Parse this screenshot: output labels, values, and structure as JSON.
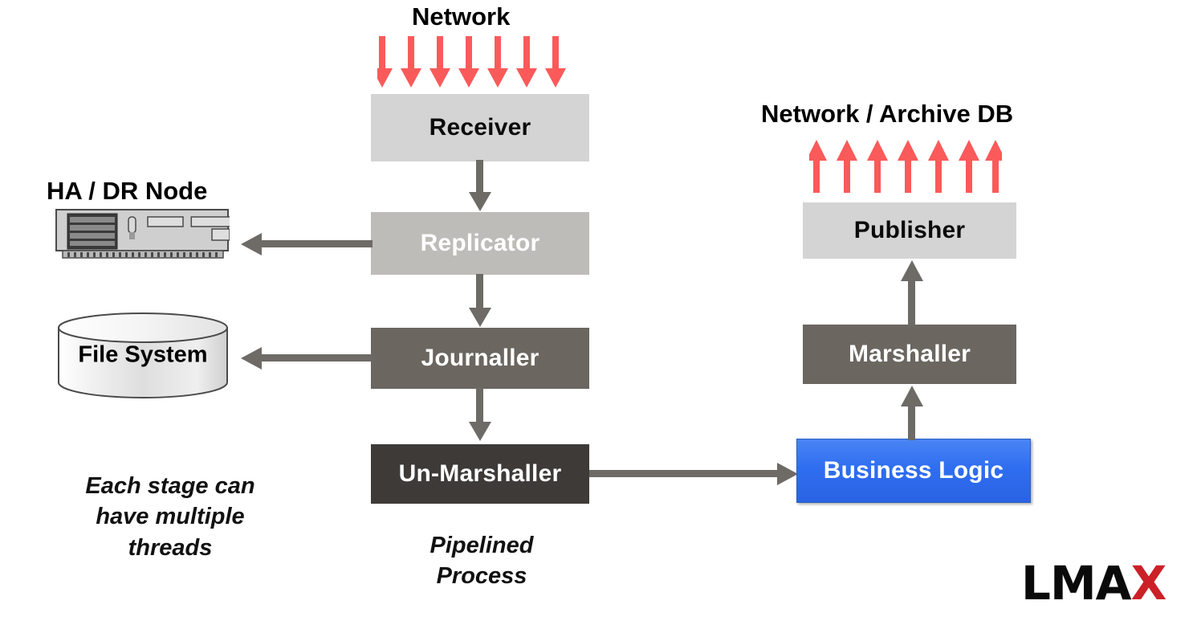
{
  "diagram": {
    "title": "LMAX pipelined process architecture",
    "colors": {
      "red_arrow": "#fa5a5a",
      "gray_arrow": "#6e6a66",
      "receiver_fill": "#d4d4d4",
      "replicator_fill": "#bebcb8",
      "journaller_fill": "#6b6660",
      "unmarshaller_fill": "#3d3a38",
      "publisher_fill": "#d4d4d4",
      "marshaller_fill": "#6b6660",
      "business_logic_fill": "#2f6ef0",
      "logo_red": "#cc2027"
    }
  },
  "labels": {
    "network_in": "Network",
    "network_out": "Network / Archive DB",
    "ha_dr_node": "HA / DR Node",
    "file_system": "File System",
    "pipelined_process": "Pipelined\nProcess",
    "pipelined_process_line1": "Pipelined",
    "pipelined_process_line2": "Process",
    "each_stage_line1": "Each stage can",
    "each_stage_line2": "have multiple",
    "each_stage_line3": "threads"
  },
  "stages": {
    "receiver": "Receiver",
    "replicator": "Replicator",
    "journaller": "Journaller",
    "unmarshaller": "Un-Marshaller",
    "publisher": "Publisher",
    "marshaller": "Marshaller",
    "business_logic": "Business Logic"
  },
  "logo": {
    "text_black": "LMA",
    "text_red": "X"
  },
  "arrow_counts": {
    "network_in_arrows": 7,
    "network_out_arrows": 7
  }
}
